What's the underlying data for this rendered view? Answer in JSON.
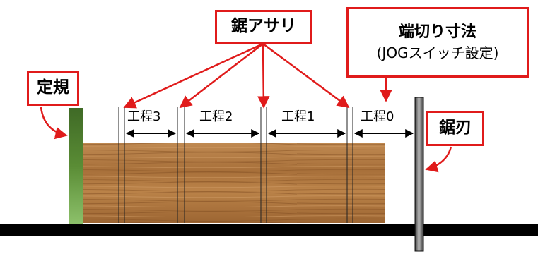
{
  "labels": {
    "saw_set": "鋸アサリ",
    "trim_dimension_line1": "端切り寸法",
    "trim_dimension_line2": "(JOGスイッチ設定)",
    "fence": "定規",
    "saw_blade": "鋸刃"
  },
  "steps": [
    "工程3",
    "工程2",
    "工程1",
    "工程0"
  ],
  "colors": {
    "callout_border": "#e01b1b",
    "arrow": "#e01b1b",
    "fence": "#4e7d2f",
    "wood": "#b47a42",
    "floor": "#000000"
  }
}
